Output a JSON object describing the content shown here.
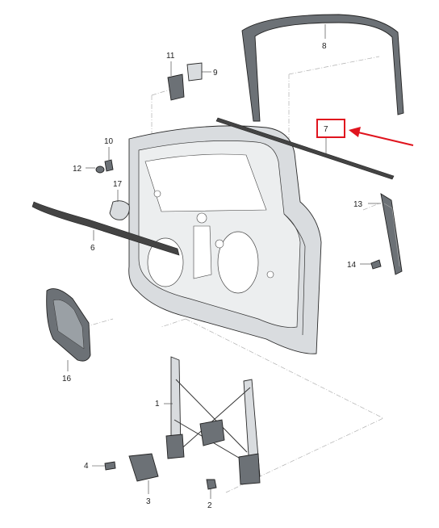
{
  "callouts": [
    {
      "id": "c1",
      "label": "1"
    },
    {
      "id": "c2",
      "label": "2"
    },
    {
      "id": "c3",
      "label": "3"
    },
    {
      "id": "c4",
      "label": "4"
    },
    {
      "id": "c6",
      "label": "6"
    },
    {
      "id": "c7",
      "label": "7"
    },
    {
      "id": "c8",
      "label": "8"
    },
    {
      "id": "c9",
      "label": "9"
    },
    {
      "id": "c10",
      "label": "10"
    },
    {
      "id": "c11",
      "label": "11"
    },
    {
      "id": "c12",
      "label": "12"
    },
    {
      "id": "c13",
      "label": "13"
    },
    {
      "id": "c14",
      "label": "14"
    },
    {
      "id": "c16",
      "label": "16"
    },
    {
      "id": "c17",
      "label": "17"
    }
  ],
  "highlight": {
    "callout_label": "7",
    "box_color": "#e0141e",
    "arrow_color": "#e0141e"
  }
}
